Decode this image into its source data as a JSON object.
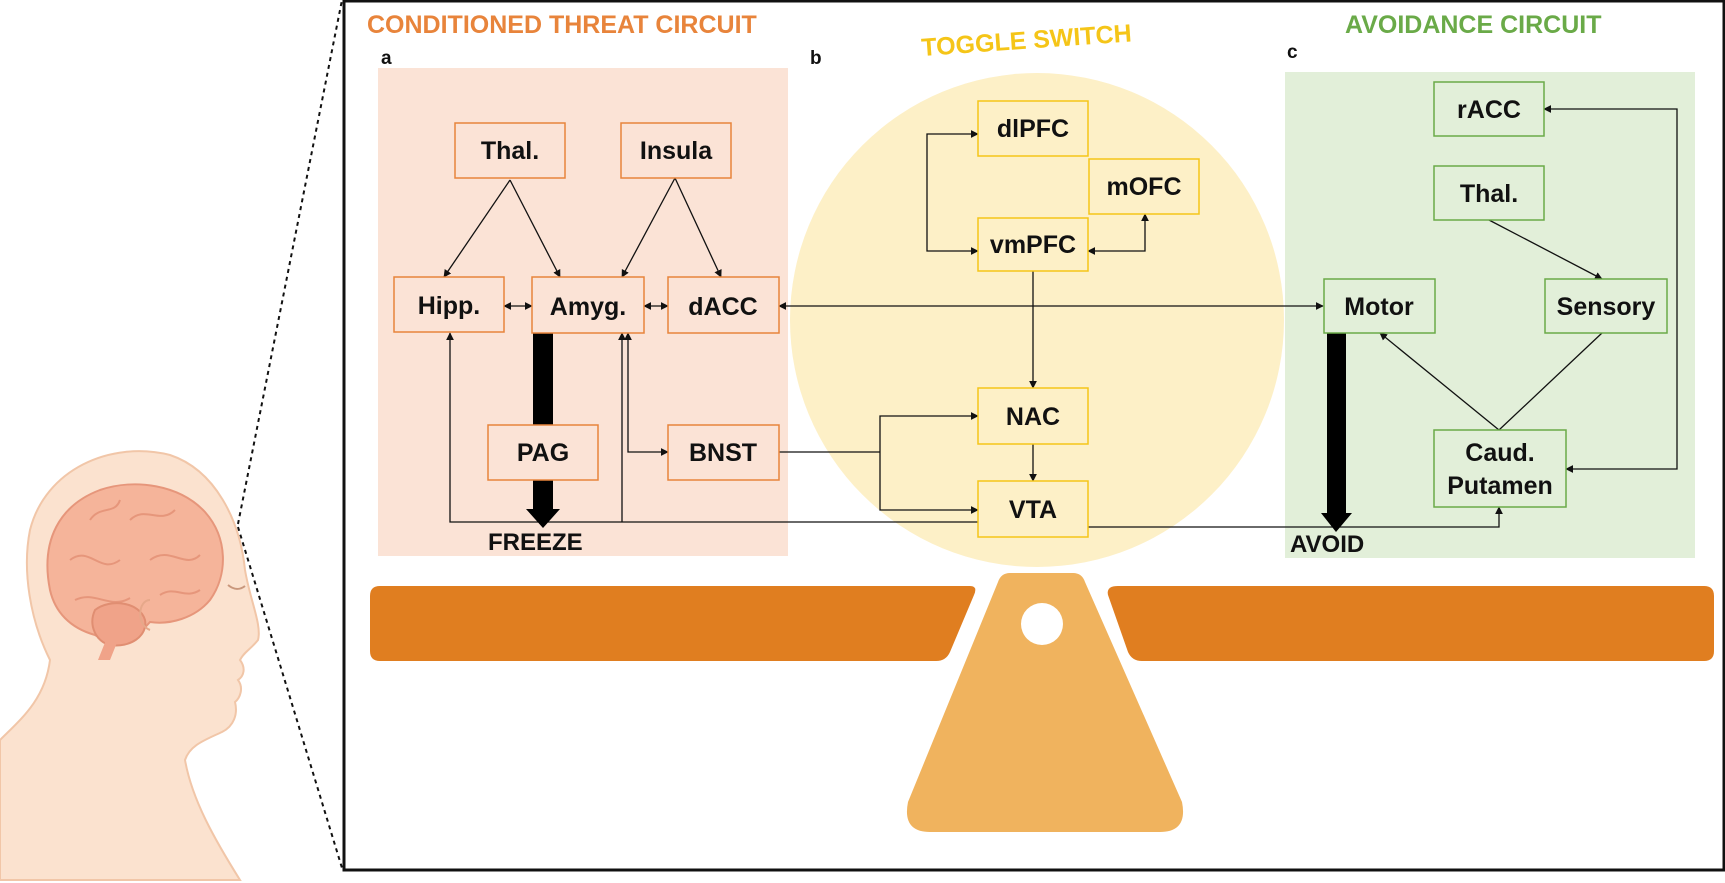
{
  "titles": {
    "threat": "CONDITIONED THREAT CIRCUIT",
    "toggle": "TOGGLE SWITCH",
    "avoid": "AVOIDANCE CIRCUIT"
  },
  "panels": {
    "a": "a",
    "b": "b",
    "c": "c"
  },
  "threat_nodes": {
    "thal": "Thal.",
    "insula": "Insula",
    "hipp": "Hipp.",
    "amyg": "Amyg.",
    "dacc": "dACC",
    "pag": "PAG",
    "bnst": "BNST"
  },
  "toggle_nodes": {
    "dlpfc": "dlPFC",
    "mofc": "mOFC",
    "vmpfc": "vmPFC",
    "nac": "NAC",
    "vta": "VTA"
  },
  "avoid_nodes": {
    "racc": "rACC",
    "thal": "Thal.",
    "motor": "Motor",
    "sensory": "Sensory",
    "caud_line1": "Caud.",
    "caud_line2": "Putamen"
  },
  "outputs": {
    "freeze": "FREEZE",
    "avoid": "AVOID"
  },
  "colors": {
    "threat_accent": "#e8843b",
    "threat_bg": "#fbe3d6",
    "toggle_accent": "#f5c518",
    "toggle_bg": "#fdf0c7",
    "avoid_accent": "#6aaa48",
    "avoid_bg": "#e2efd9",
    "seesaw_beam": "#e07e20",
    "seesaw_fulcrum": "#f0b35e"
  }
}
